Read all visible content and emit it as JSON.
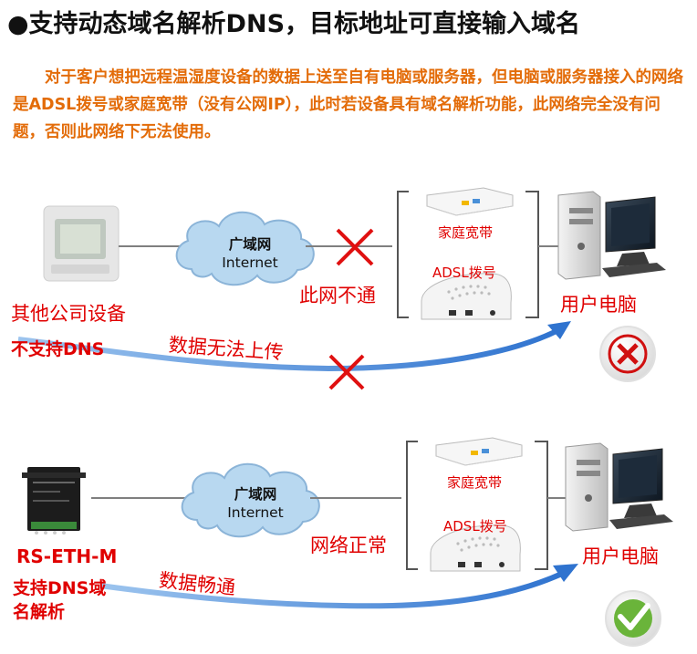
{
  "title": "●支持动态域名解析DNS，目标地址可直接输入域名",
  "intro": "　　对于客户想把远程温湿度设备的数据上送至自有电脑或服务器，但电脑或服务器接入的网络是ADSL拨号或家庭宽带（没有公网IP），此时若设备具有域名解析功能，此网络完全没有问题，否则此网络下无法使用。",
  "top": {
    "device_label": "其他公司设备",
    "device_sub": "不支持DNS",
    "cloud_line1": "广域网",
    "cloud_line2": "Internet",
    "net_status": "此网不通",
    "home_broadband": "家庭宽带",
    "adsl": "ADSL拨号",
    "user_pc": "用户电脑",
    "flow_text": "数据无法上传"
  },
  "bottom": {
    "device_label": "RS-ETH-M",
    "device_sub1": "支持DNS域",
    "device_sub2": "名解析",
    "cloud_line1": "广域网",
    "cloud_line2": "Internet",
    "net_status": "网络正常",
    "home_broadband": "家庭宽带",
    "adsl": "ADSL拨号",
    "user_pc": "用户电脑",
    "flow_text": "数据畅通"
  },
  "colors": {
    "orange_text": "#e36c09",
    "red_text": "#e00000",
    "arrow_blue": "#3a7fd5",
    "cloud_fill": "#b8d8f0",
    "fail_badge": "#d01010",
    "ok_badge": "#5aa02c"
  }
}
